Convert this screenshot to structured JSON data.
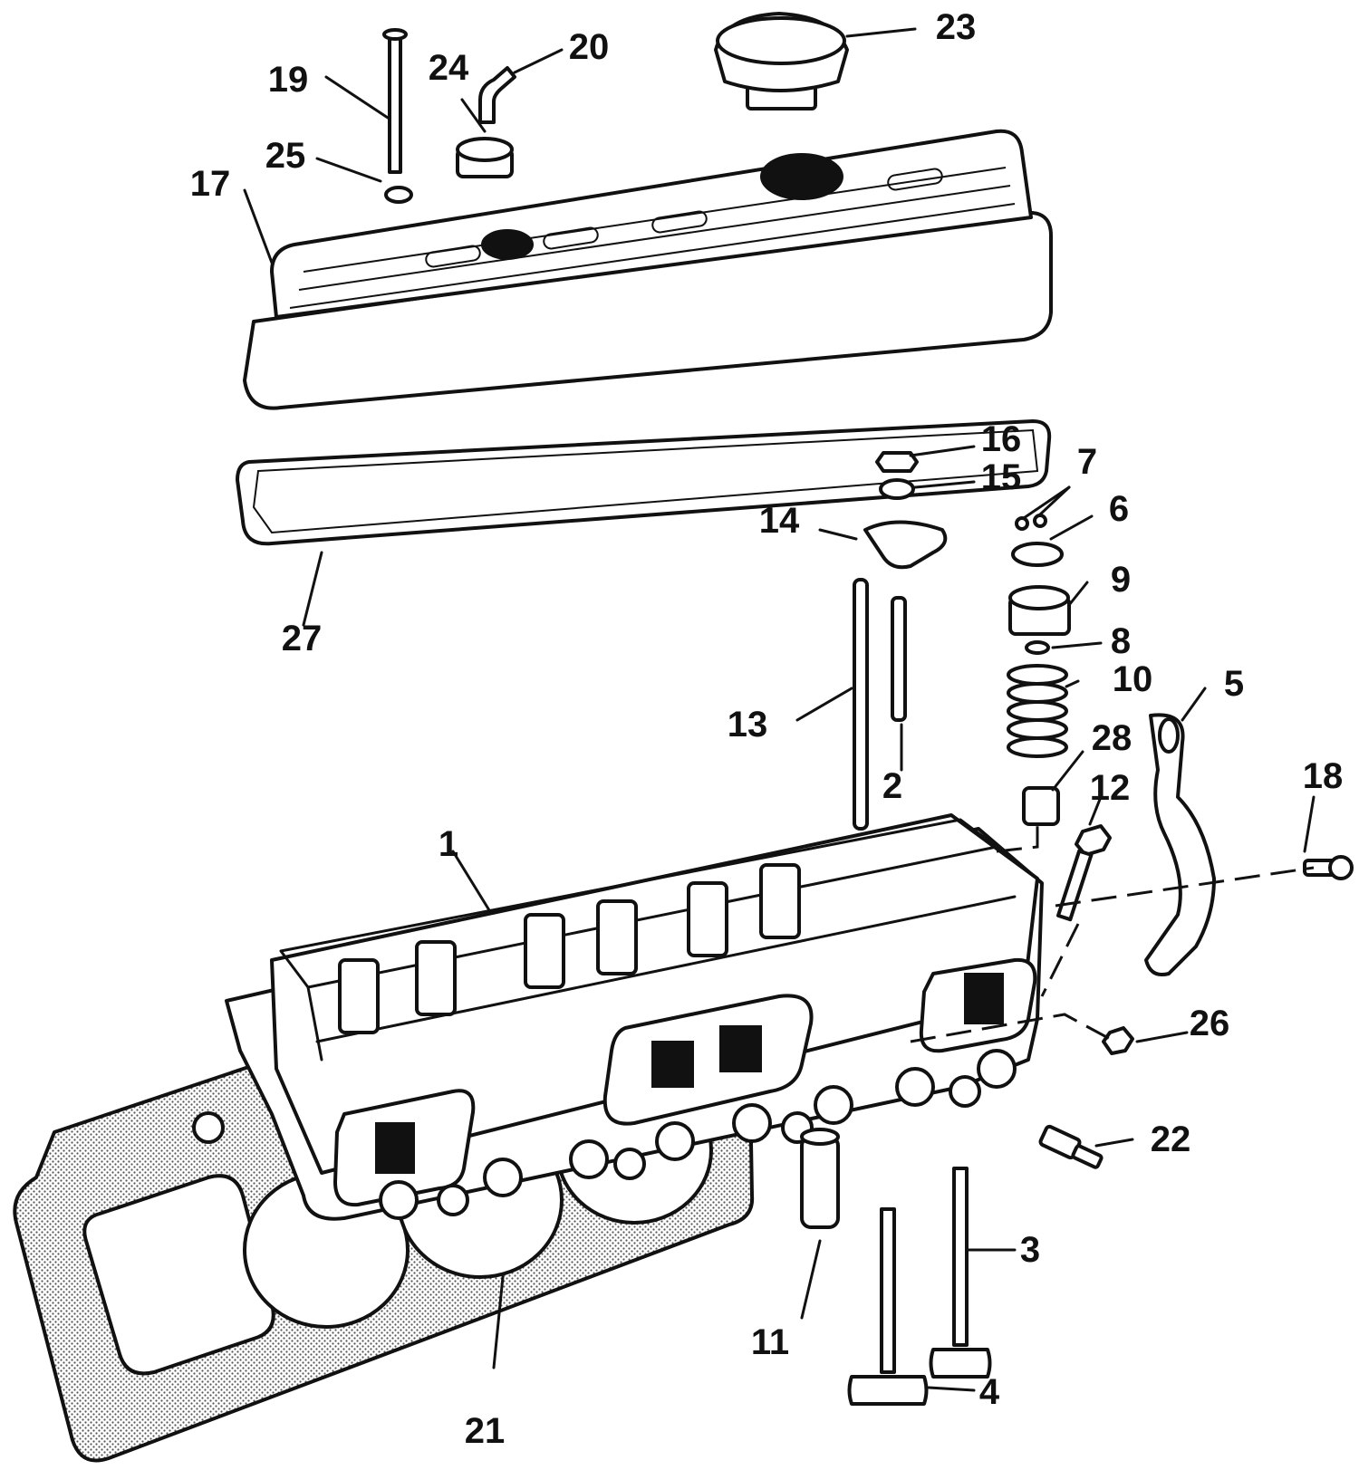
{
  "colors": {
    "ink": "#111111",
    "paper": "#ffffff",
    "gasket_fill": "#d9d9d9"
  },
  "callouts": {
    "c1": "1",
    "c2": "2",
    "c3": "3",
    "c4": "4",
    "c5": "5",
    "c6": "6",
    "c7": "7",
    "c8": "8",
    "c9": "9",
    "c10": "10",
    "c11": "11",
    "c12": "12",
    "c13": "13",
    "c14": "14",
    "c15": "15",
    "c16": "16",
    "c17": "17",
    "c18": "18",
    "c19": "19",
    "c20": "20",
    "c21": "21",
    "c22": "22",
    "c23": "23",
    "c24": "24",
    "c25": "25",
    "c26": "26",
    "c27": "27",
    "c28": "28"
  }
}
